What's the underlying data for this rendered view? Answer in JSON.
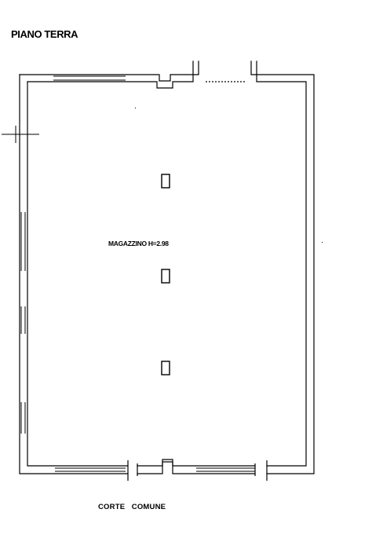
{
  "drawing": {
    "title": "PIANO TERRA",
    "room_label": "MAGAZZINO H=2.98",
    "courtyard_label": "CORTE   COMUNE"
  },
  "colors": {
    "ink": "#000000",
    "paper": "#ffffff"
  }
}
